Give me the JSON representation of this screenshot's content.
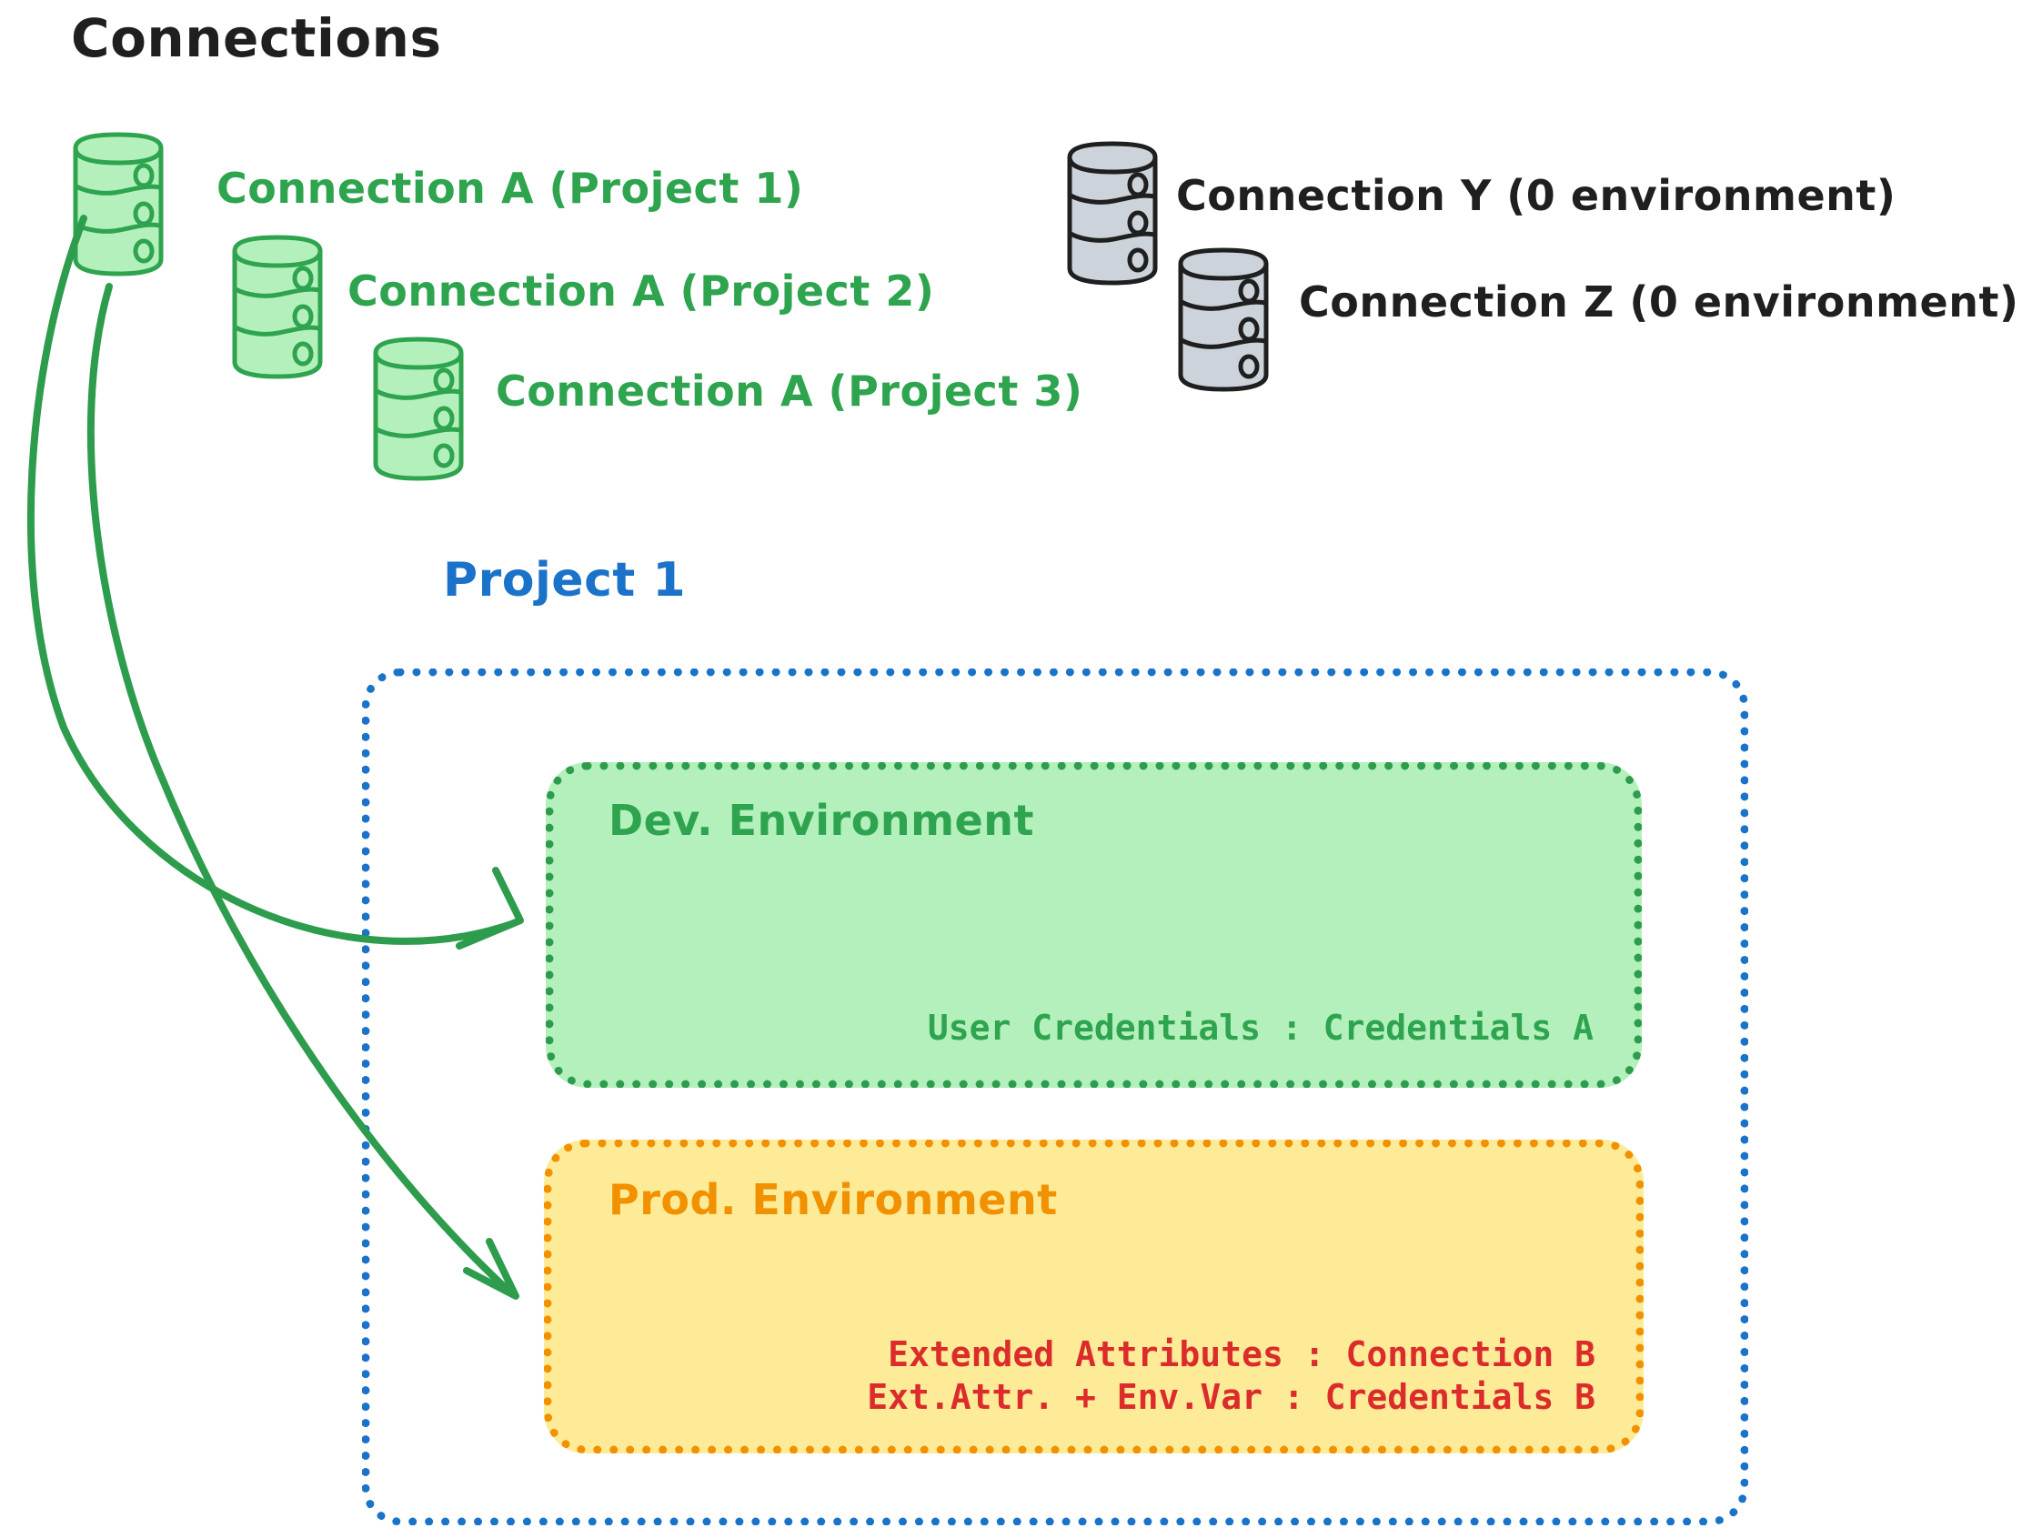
{
  "title": "Connections",
  "connections": [
    {
      "id": "conn-a-p1",
      "label": "Connection A (Project 1)",
      "color_group": "green",
      "icon": "database-cylinder-icon"
    },
    {
      "id": "conn-a-p2",
      "label": "Connection A (Project 2)",
      "color_group": "green",
      "icon": "database-cylinder-icon"
    },
    {
      "id": "conn-a-p3",
      "label": "Connection A (Project 3)",
      "color_group": "green",
      "icon": "database-cylinder-icon"
    },
    {
      "id": "conn-y",
      "label": "Connection Y (0 environment)",
      "color_group": "grey",
      "icon": "database-cylinder-icon"
    },
    {
      "id": "conn-z",
      "label": "Connection Z (0 environment)",
      "color_group": "grey",
      "icon": "database-cylinder-icon"
    }
  ],
  "project": {
    "label": "Project 1",
    "environments": [
      {
        "id": "dev",
        "title": "Dev. Environment",
        "lines": [
          "User Credentials : Credentials A"
        ]
      },
      {
        "id": "prod",
        "title": "Prod. Environment",
        "lines": [
          "Extended Attributes : Connection B",
          "Ext.Attr. + Env.Var : Credentials B"
        ]
      }
    ]
  },
  "colors": {
    "title_text": "#1f1f1f",
    "green_stroke": "#2ea44f",
    "green_fill": "#b4f0bc",
    "grey_stroke": "#1f1f1f",
    "grey_fill": "#ccd3da",
    "project_blue": "#1a73c8",
    "prod_orange": "#f29100",
    "prod_yellow_fill": "#fdeb98",
    "prod_text_red": "#dc2b2b",
    "arrow_green": "#2e9c4d"
  }
}
